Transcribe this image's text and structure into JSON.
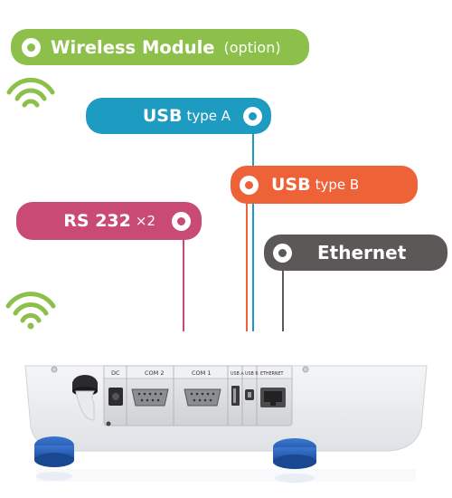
{
  "labels": {
    "wireless": {
      "main": "Wireless Module",
      "sub": "(option)"
    },
    "usb_a": {
      "main": "USB",
      "sub": "type A"
    },
    "usb_b": {
      "main": "USB",
      "sub": "type B"
    },
    "rs232": {
      "main": "RS 232",
      "sub": "×2"
    },
    "ethernet": {
      "main": "Ethernet"
    }
  },
  "device_labels": {
    "dc": "DC",
    "com2": "COM 2",
    "com1": "COM 1",
    "usb_a": "USB A",
    "usb_b": "USB B",
    "ethernet": "ETHERNET"
  },
  "colors": {
    "wireless": "#8dc04a",
    "usb_a": "#1e9bc1",
    "usb_b": "#ee6238",
    "rs232": "#c94a75",
    "ethernet": "#5b5857",
    "foot": "#2e63b8"
  },
  "icons": [
    "wifi-icon",
    "target-ring-icon"
  ]
}
